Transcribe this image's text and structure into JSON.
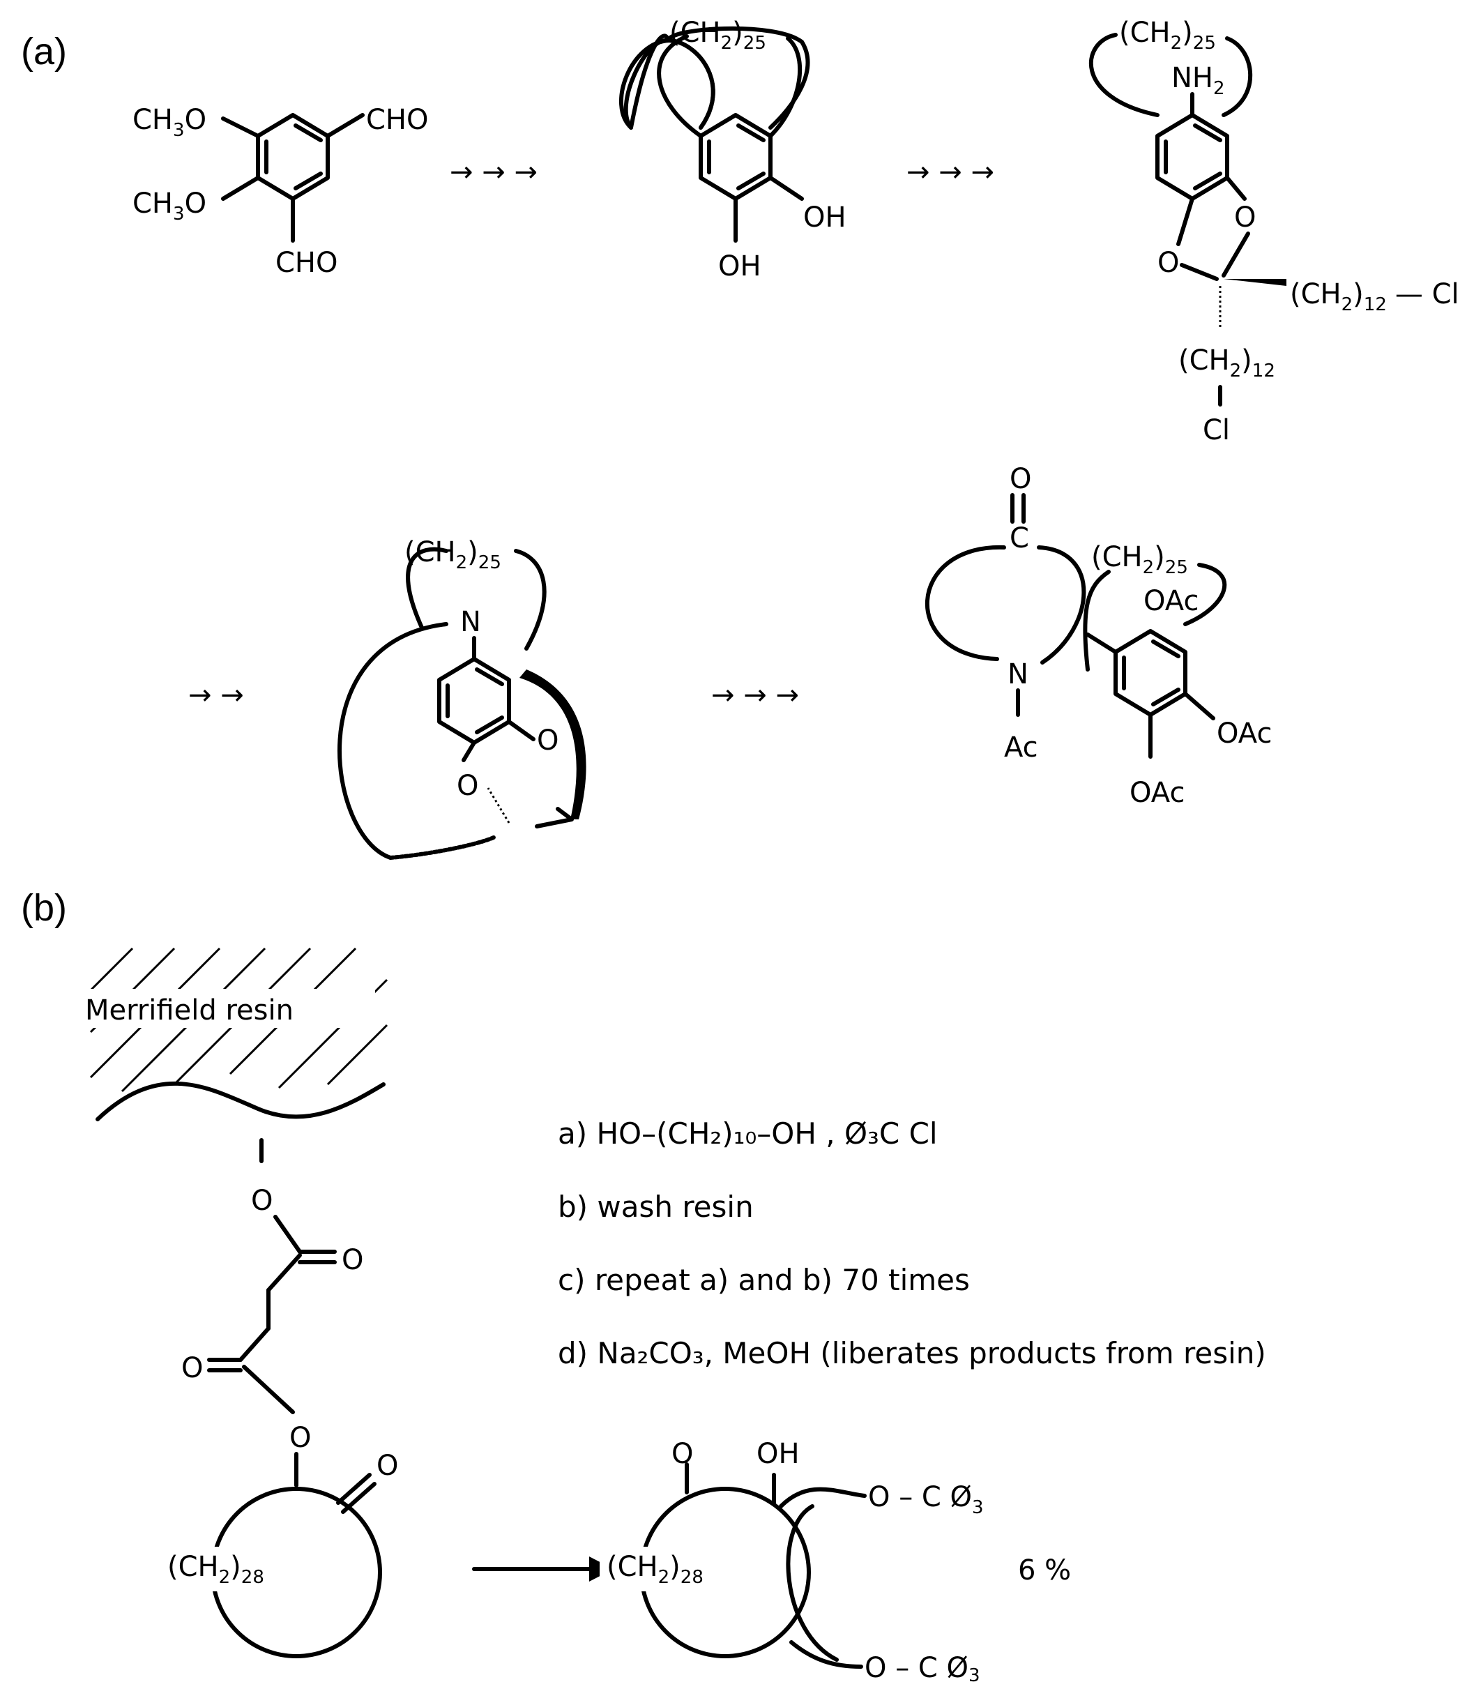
{
  "panels": {
    "a": {
      "label": "(a)"
    },
    "b": {
      "label": "(b)"
    }
  },
  "labels": {
    "ch3o": "CH",
    "ch3o_sub": "3",
    "ch3o_tail": "O",
    "cho": "CHO",
    "oh": "OH",
    "nh": "NH",
    "two": "2",
    "ch": "(CH",
    "close": ")",
    "n25": "25",
    "n12": "12",
    "n28": "28",
    "o": "O",
    "n": "N",
    "c": "C",
    "cl": "Cl",
    "dash_cl": "— Cl",
    "ac": "Ac",
    "oac": "OAc",
    "ocph3": "O – C Ø",
    "three": "3",
    "resin": "Merrifield resin",
    "yield": "6 %"
  },
  "conditions": [
    "a)  HO–(CH₂)₁₀–OH ,  Ø₃C Cl",
    "b)  wash resin",
    "c)  repeat  a)  and  b)  70 times",
    "d)  Na₂CO₃, MeOH (liberates products from resin)"
  ],
  "arrows": {
    "a1": "→ → →",
    "a2": "→ → →",
    "a3": "→ →",
    "a4": "→ → →"
  }
}
